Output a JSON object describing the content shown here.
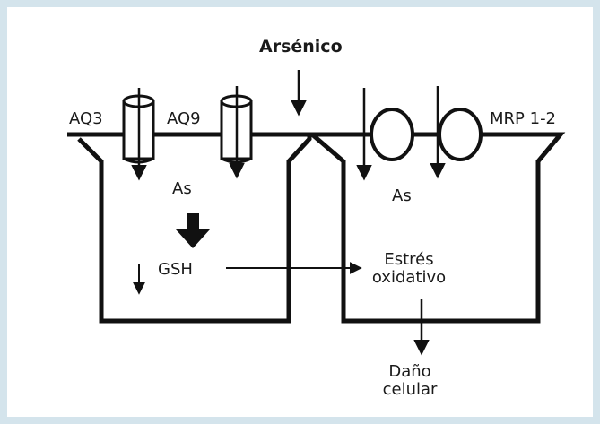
{
  "title": "Arsénico",
  "labels": {
    "aq3": "AQ3",
    "aq9": "AQ9",
    "mrp": "MRP 1-2",
    "as_left": "As",
    "as_right": "As",
    "gsh": "GSH",
    "estres_line1": "Estrés",
    "estres_line2": "oxidativo",
    "dano_line1": "Daño",
    "dano_line2": "celular"
  },
  "colors": {
    "border": "#d4e4ec",
    "stroke": "#111111"
  }
}
